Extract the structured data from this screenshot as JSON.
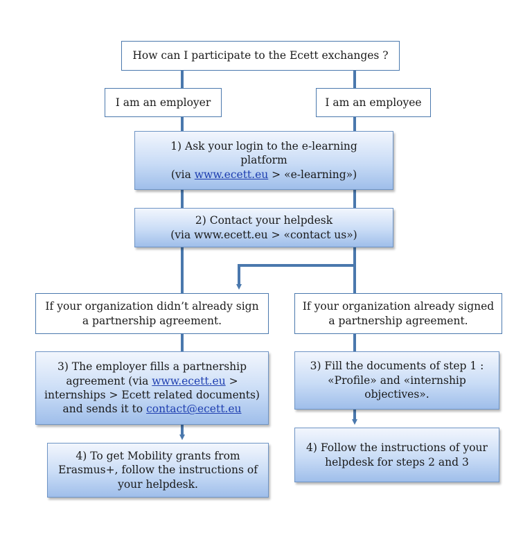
{
  "diagram": {
    "question": "How can I participate to the Ecett exchanges ?",
    "employer": "I am an employer",
    "employee": "I am an employee",
    "step1": {
      "line1": "1) Ask your login to the e-learning",
      "line2": "platform",
      "line3_pre": "(via ",
      "line3_link": "www.ecett.eu",
      "line3_post": " > «e-learning»)"
    },
    "step2": {
      "line1": "2) Contact your helpdesk",
      "line2": "(via www.ecett.eu > «contact us»)"
    },
    "no_agreement": {
      "line1": "If your organization didn’t already sign",
      "line2": "a partnership agreement."
    },
    "has_agreement": {
      "line1": "If your organization already signed",
      "line2": "a partnership agreement."
    },
    "left_step3": {
      "line1": "3) The employer fills a partnership",
      "line2_pre": "agreement (via ",
      "line2_link": "www.ecett.eu",
      "line2_post": " >",
      "line3": "internships > Ecett related documents)",
      "line4_pre": "and sends it to ",
      "line4_link": "contact@ecett.eu"
    },
    "right_step3": {
      "line1": "3) Fill the documents of step 1 :",
      "line2": "«Profile» and «internship",
      "line3": "objectives»."
    },
    "left_step4": {
      "line1": "4) To get Mobility grants from",
      "line2": "Erasmus+, follow the instructions of",
      "line3": "your helpdesk."
    },
    "right_step4": {
      "line1": "4) Follow the instructions of your",
      "line2": "helpdesk for steps 2 and 3"
    }
  },
  "colors": {
    "connector": "#4a78ad",
    "box_border": "#4a78ad",
    "box_fill_top": "#f2f6fd",
    "box_fill_bottom": "#9fbeea",
    "link": "#1f3fb0"
  }
}
